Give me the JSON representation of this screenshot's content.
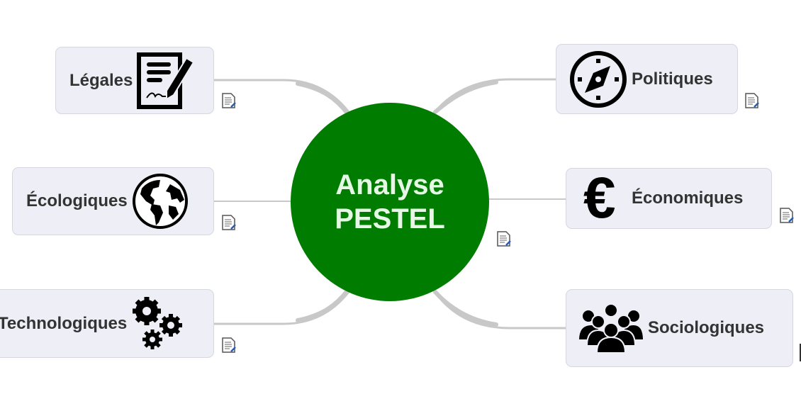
{
  "center": {
    "line1": "Analyse",
    "line2": "PESTEL",
    "color": "#007c00"
  },
  "branches": {
    "legales": {
      "label": "Légales",
      "icon": "contract-signature-icon"
    },
    "ecologiques": {
      "label": "Écologiques",
      "icon": "globe-icon"
    },
    "technologiques": {
      "label": "Technologiques",
      "icon": "gears-icon"
    },
    "politiques": {
      "label": "Politiques",
      "icon": "compass-icon"
    },
    "economiques": {
      "label": "Économiques",
      "icon": "euro-icon"
    },
    "sociologiques": {
      "label": "Sociologiques",
      "icon": "people-group-icon"
    }
  }
}
